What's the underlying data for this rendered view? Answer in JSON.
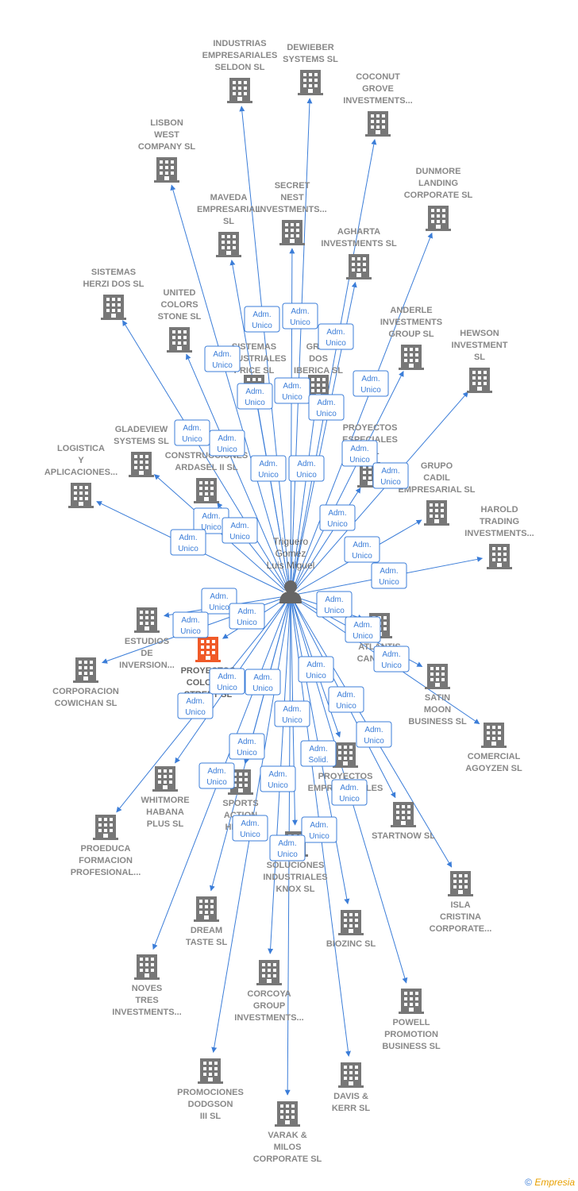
{
  "center": {
    "lines": [
      "Triguero",
      "Gomez",
      "Luis Miguel"
    ]
  },
  "colors": {
    "edge": "#3b7dd8",
    "node": "#777777",
    "highlight": "#f05a28",
    "label": "#888888"
  },
  "footer": {
    "copyright": "©",
    "brand": "Empresia"
  },
  "nodes": [
    {
      "lines": [
        "INDUSTRIAS",
        "EMPRESARIALES",
        "SELDON SL"
      ],
      "role": "Adm. Unico"
    },
    {
      "lines": [
        "DEWIEBER",
        "SYSTEMS  SL"
      ],
      "role": "Adm. Unico"
    },
    {
      "lines": [
        "COCONUT",
        "GROVE",
        "INVESTMENTS..."
      ],
      "role": "Adm. Unico"
    },
    {
      "lines": [
        "LISBON",
        "WEST",
        "COMPANY  SL"
      ],
      "role": "Adm. Unico"
    },
    {
      "lines": [
        "DUNMORE",
        "LANDING",
        "CORPORATE SL"
      ],
      "role": "Adm. Unico"
    },
    {
      "lines": [
        "SECRET",
        "NEST",
        "INVESTMENTS..."
      ],
      "role": "Adm. Unico"
    },
    {
      "lines": [
        "MAVEDA",
        "EMPRESARIAL",
        "SL"
      ],
      "role": "Adm. Unico"
    },
    {
      "lines": [
        "AGHARTA",
        "INVESTMENTS SL"
      ],
      "role": "Adm. Unico"
    },
    {
      "lines": [
        "SISTEMAS",
        "HERZI DOS SL"
      ],
      "role": "Adm. Unico"
    },
    {
      "lines": [
        "UNITED",
        "COLORS",
        "STONE SL"
      ],
      "role": "Adm. Unico"
    },
    {
      "lines": [
        "ANDERLE",
        "INVESTMENTS",
        "GROUP SL"
      ],
      "role": "Adm. Unico"
    },
    {
      "lines": [
        "HEWSON",
        "INVESTMENT",
        "SL"
      ],
      "role": "Adm. Unico"
    },
    {
      "lines": [
        "SISTEMAS",
        "INDUSTRIALES",
        "PRICE  SL"
      ],
      "role": "Adm. Unico"
    },
    {
      "lines": [
        "GRAY",
        "DOS",
        "IBERICA  SL"
      ],
      "role": "Adm. Unico"
    },
    {
      "lines": [
        "GLADEVIEW",
        "SYSTEMS  SL"
      ],
      "role": "Adm. Unico"
    },
    {
      "lines": [
        "PROYECTOS",
        "ESPECIALES",
        "...SL"
      ],
      "role": "Adm. Unico"
    },
    {
      "lines": [
        "LOGISTICA",
        "Y",
        "APLICACIONES..."
      ],
      "role": "Adm. Unico"
    },
    {
      "lines": [
        "CONSTRUCCIONES",
        "ARDASEL II  SL"
      ],
      "role": "Adm. Unico"
    },
    {
      "lines": [
        "GRUPO",
        "CADIL",
        "EMPRESARIAL SL"
      ],
      "role": "Adm. Unico"
    },
    {
      "lines": [
        "HAROLD",
        "TRADING",
        "INVESTMENTS..."
      ],
      "role": "Adm. Unico"
    },
    {
      "lines": [
        "ESTUDIOS",
        "DE",
        "INVERSION..."
      ],
      "role": "Adm. Unico"
    },
    {
      "lines": [
        "PROYECTOS",
        "COLORES",
        "STREET  SL"
      ],
      "role": "Adm. Unico"
    },
    {
      "lines": [
        "CORPORACION",
        "COWICHAN SL"
      ],
      "role": "Adm. Unico"
    },
    {
      "lines": [
        "ATLANTIS",
        "CANYON..."
      ],
      "role": "Adm. Unico"
    },
    {
      "lines": [
        "SATIN",
        "MOON",
        "BUSINESS SL"
      ],
      "role": "Adm. Unico"
    },
    {
      "lines": [
        "COMERCIAL",
        "AGOYZEN SL"
      ],
      "role": "Adm. Unico"
    },
    {
      "lines": [
        "WHITMORE",
        "HABANA",
        "PLUS  SL"
      ],
      "role": "Adm. Unico"
    },
    {
      "lines": [
        "PROYECTOS",
        "EMPRESARIALES",
        "MAN..."
      ],
      "role": "Adm. Solid."
    },
    {
      "lines": [
        "SPORTS",
        "ACTION",
        "HEAL..."
      ],
      "role": "Adm. Unico"
    },
    {
      "lines": [
        "PROEDUCA",
        "FORMACION",
        "PROFESIONAL..."
      ],
      "role": "Adm. Unico"
    },
    {
      "lines": [
        "STARTNOW SL"
      ],
      "role": "Adm. Unico"
    },
    {
      "lines": [
        "SOLUCIONES",
        "INDUSTRIALES",
        "KNOX SL"
      ],
      "role": "Adm. Unico"
    },
    {
      "lines": [
        "ISLA",
        "CRISTINA",
        "CORPORATE..."
      ],
      "role": "Adm. Unico"
    },
    {
      "lines": [
        "DREAM",
        "TASTE SL"
      ],
      "role": "Adm. Unico"
    },
    {
      "lines": [
        "BIOZINC SL"
      ],
      "role": "Adm. Unico"
    },
    {
      "lines": [
        "NOVES",
        "TRES",
        "INVESTMENTS..."
      ],
      "role": "Adm. Unico"
    },
    {
      "lines": [
        "CORCOYA",
        "GROUP",
        "INVESTMENTS..."
      ],
      "role": "Adm. Unico"
    },
    {
      "lines": [
        "POWELL",
        "PROMOTION",
        "BUSINESS  SL"
      ],
      "role": "Adm. Unico"
    },
    {
      "lines": [
        "PROMOCIONES",
        "DODGSON",
        "III SL"
      ],
      "role": "Adm. Unico"
    },
    {
      "lines": [
        "DAVIS &",
        "KERR SL"
      ],
      "role": "Adm. Unico"
    },
    {
      "lines": [
        "VARAK &",
        "MILOS",
        "CORPORATE SL"
      ],
      "role": "Adm. Unico"
    }
  ]
}
